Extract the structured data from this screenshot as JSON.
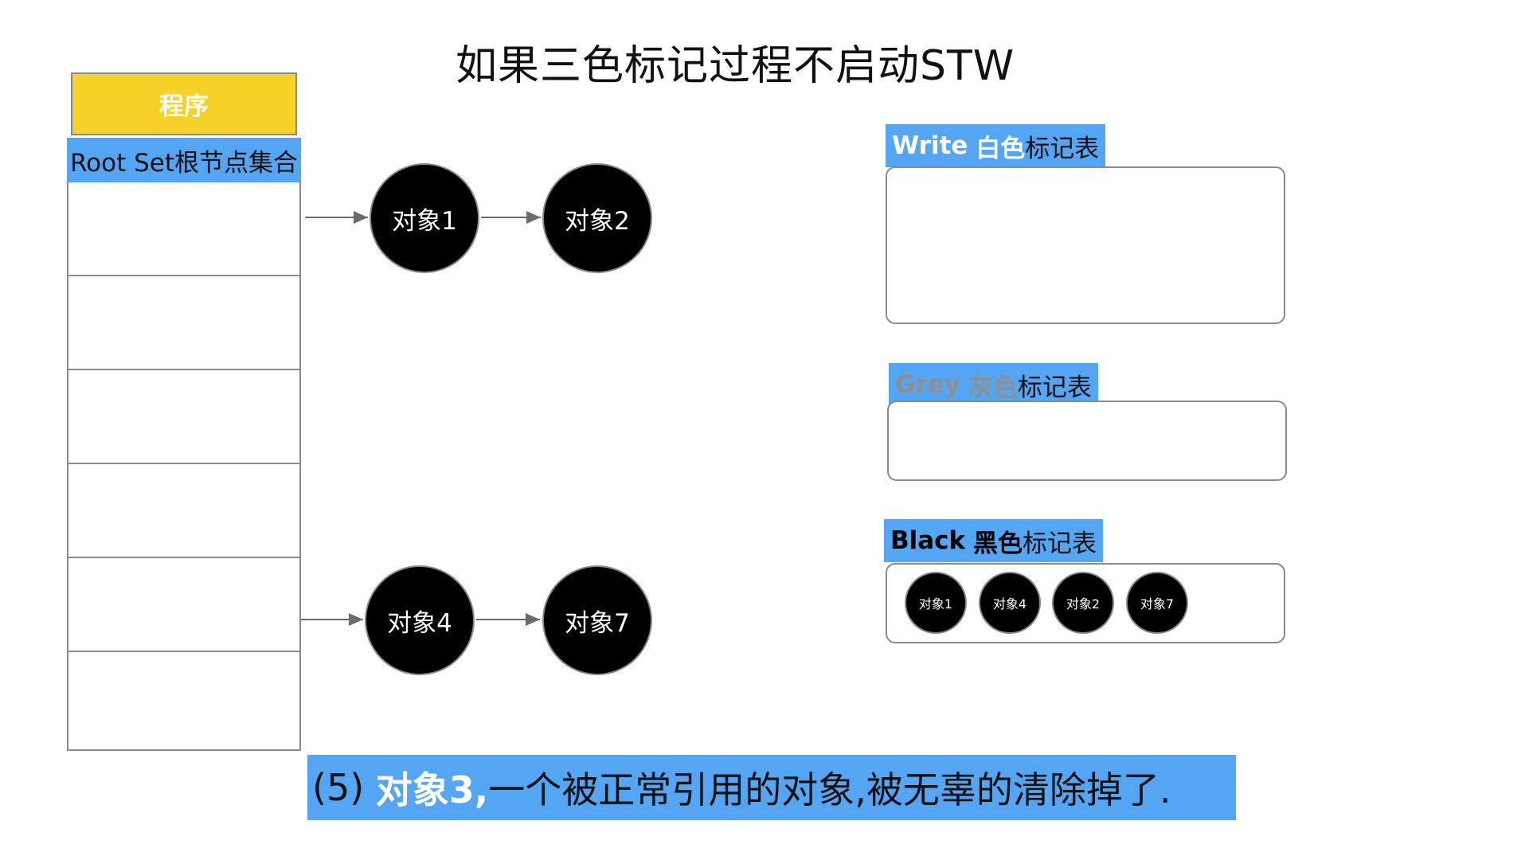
{
  "title": "如果三色标记过程不启动STW",
  "program": {
    "label": "程序"
  },
  "root_set": {
    "label": "Root Set根节点集合",
    "slot_count": 6
  },
  "objects": {
    "obj1": "对象1",
    "obj2": "对象2",
    "obj4": "对象4",
    "obj7": "对象7"
  },
  "tables": {
    "white": {
      "word": "Write",
      "color_word": "白色",
      "suffix": "标记表",
      "items": []
    },
    "grey": {
      "word": "Grey",
      "color_word": "灰色",
      "suffix": "标记表",
      "items": []
    },
    "black": {
      "word": "Black",
      "color_word": "黑色",
      "suffix": "标记表",
      "items": [
        "对象1",
        "对象4",
        "对象2",
        "对象7"
      ]
    }
  },
  "caption": {
    "prefix": "(5) ",
    "highlight": "对象3,",
    "rest": "一个被正常引用的对象,被无辜的清除掉了."
  },
  "colors": {
    "accent_blue": "#55a5f5",
    "program_yellow": "#f6d229",
    "node_black": "#000000",
    "border_grey": "#8a8a8a"
  }
}
